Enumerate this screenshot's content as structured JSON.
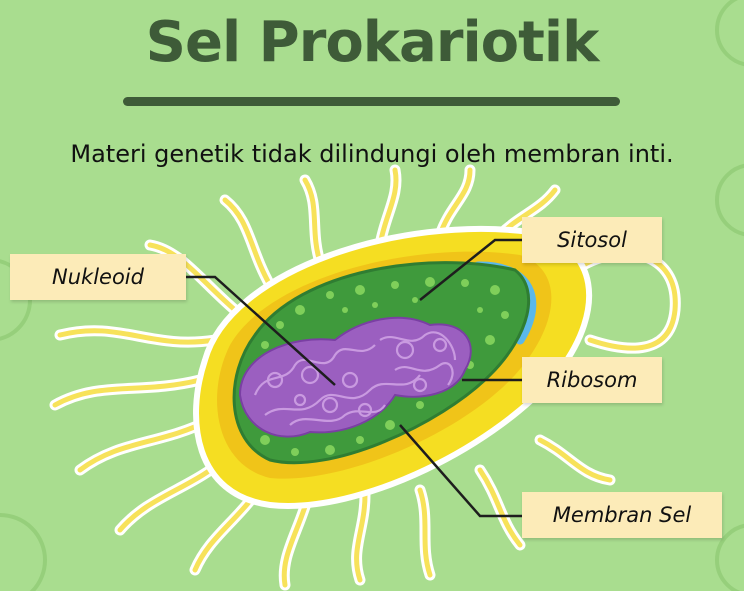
{
  "title": "Sel Prokariotik",
  "subtitle": "Materi genetik tidak dilindungi oleh membran inti.",
  "labels": {
    "nukleoid": "Nukleoid",
    "sitosol": "Sitosol",
    "ribosom": "Ribosom",
    "membran_sel": "Membran Sel"
  },
  "colors": {
    "background": "#a9dd8f",
    "title": "#3e5b38",
    "label_bg": "#fcebb8",
    "capsule": "#f5de22",
    "cytoplasm": "#3f9a3c",
    "nucleoid": "#9b5fc0",
    "membrane_blue": "#5ab8ea"
  }
}
